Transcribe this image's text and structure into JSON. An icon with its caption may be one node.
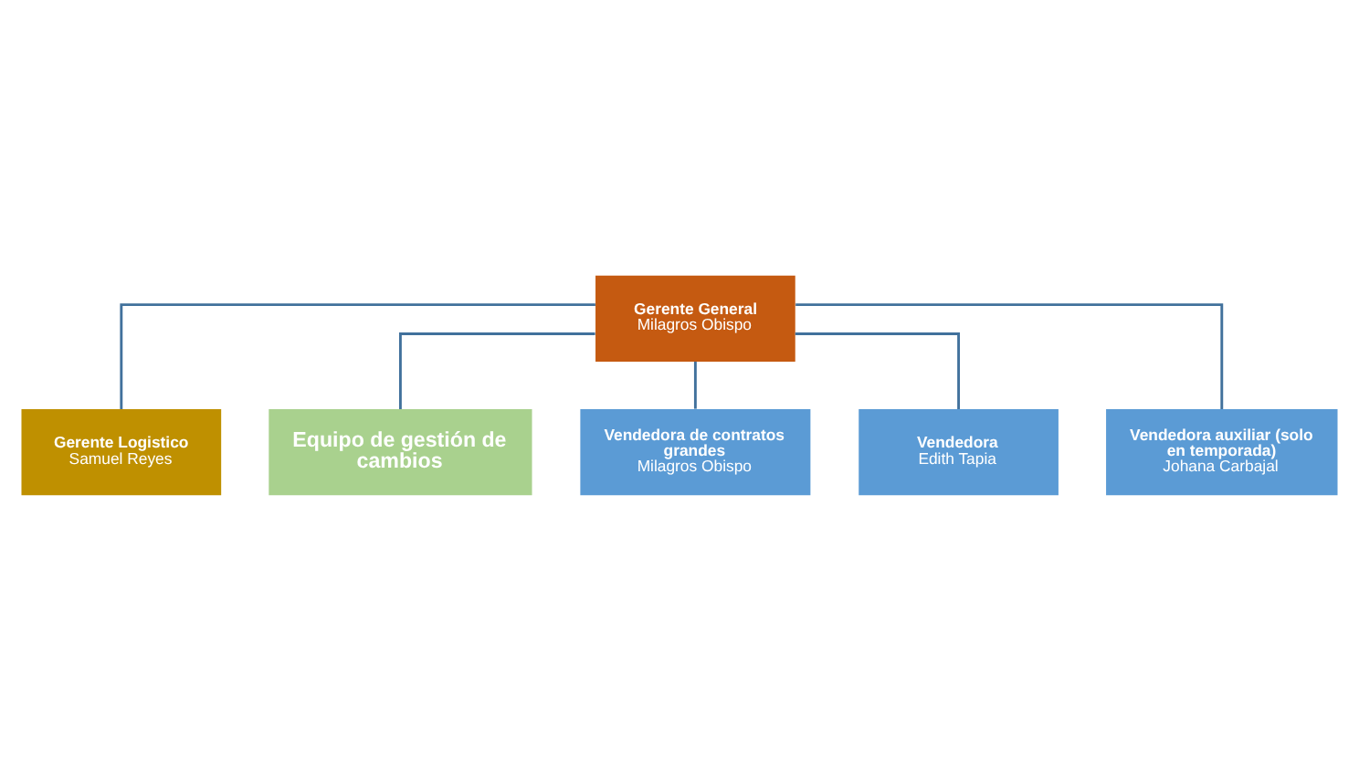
{
  "diagram": {
    "nodes": [
      {
        "text": [
          "Gerente General",
          "Milagros Obispo"
        ]
      },
      {
        "text": [
          "Gerente Logistico",
          "Samuel Reyes"
        ]
      },
      {
        "text": [
          "Equipo de gestión de cambios"
        ]
      },
      {
        "text": [
          "Vendedora de contratos grandes",
          "Milagros Obispo"
        ]
      },
      {
        "text": [
          "Vendedora",
          "Edith Tapia"
        ]
      },
      {
        "text": [
          "Vendedora auxiliar (solo en temporada)",
          "Johana Carbajal"
        ]
      }
    ],
    "edges": [
      {
        "from": 0,
        "to": 1,
        "arrow": "none"
      },
      {
        "from": 0,
        "to": 2,
        "arrow": "none"
      },
      {
        "from": 0,
        "to": 3,
        "arrow": "none"
      },
      {
        "from": 0,
        "to": 4,
        "arrow": "none"
      },
      {
        "from": 0,
        "to": 5,
        "arrow": "none"
      }
    ]
  }
}
